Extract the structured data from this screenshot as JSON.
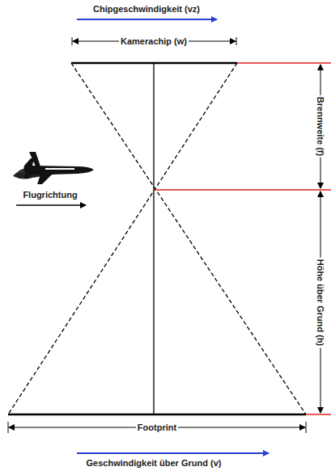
{
  "diagram": {
    "labels": [
      "Chipgeschwindigkeit (vz)",
      "Kamerachip (w)",
      "Brennweite (f)",
      "Flugrichtung",
      "Höhe über Grund (h)",
      "Footprint",
      "Geschwindigkeit über Grund (v)"
    ]
  }
}
